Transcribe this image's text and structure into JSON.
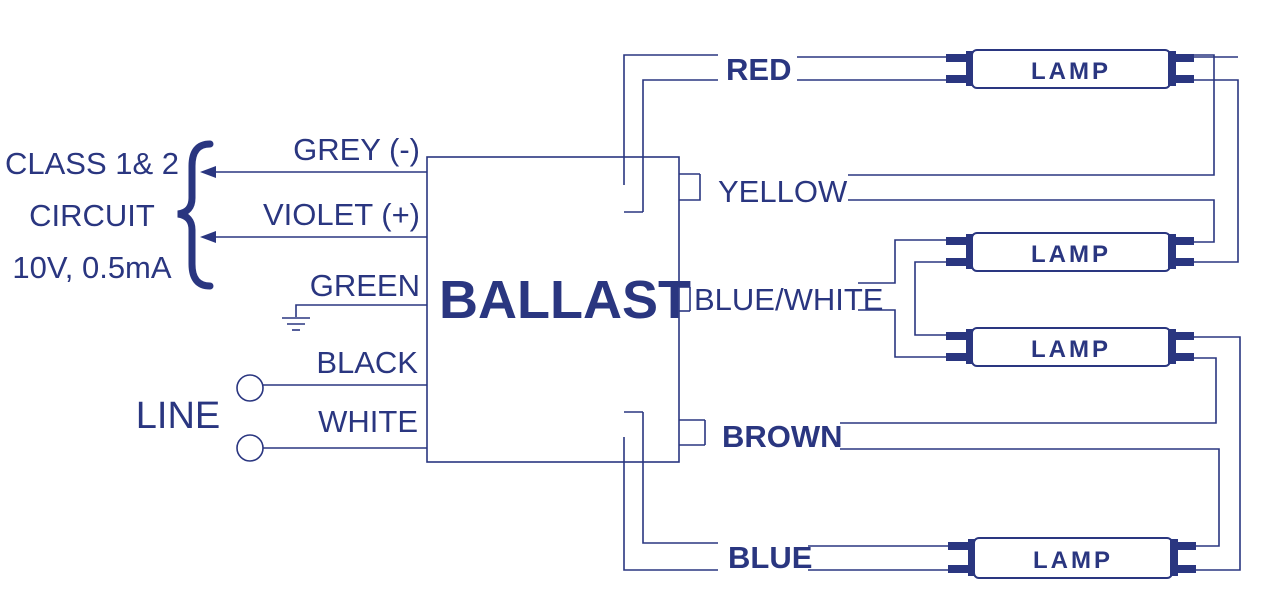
{
  "ballast": {
    "label": "BALLAST"
  },
  "control_circuit": {
    "lines": [
      "CLASS 1& 2",
      "CIRCUIT",
      "10V, 0.5mA"
    ]
  },
  "line_label": "LINE",
  "left_wires": {
    "grey": "GREY (-)",
    "violet": "VIOLET (+)",
    "green": "GREEN",
    "black": "BLACK",
    "white": "WHITE"
  },
  "right_wires": {
    "red": "RED",
    "yellow": "YELLOW",
    "blue_white": "BLUE/WHITE",
    "brown": "BROWN",
    "blue": "BLUE"
  },
  "lamps": [
    "LAMP",
    "LAMP",
    "LAMP",
    "LAMP"
  ],
  "colors": {
    "ink": "#2a3680",
    "background": "#ffffff"
  }
}
